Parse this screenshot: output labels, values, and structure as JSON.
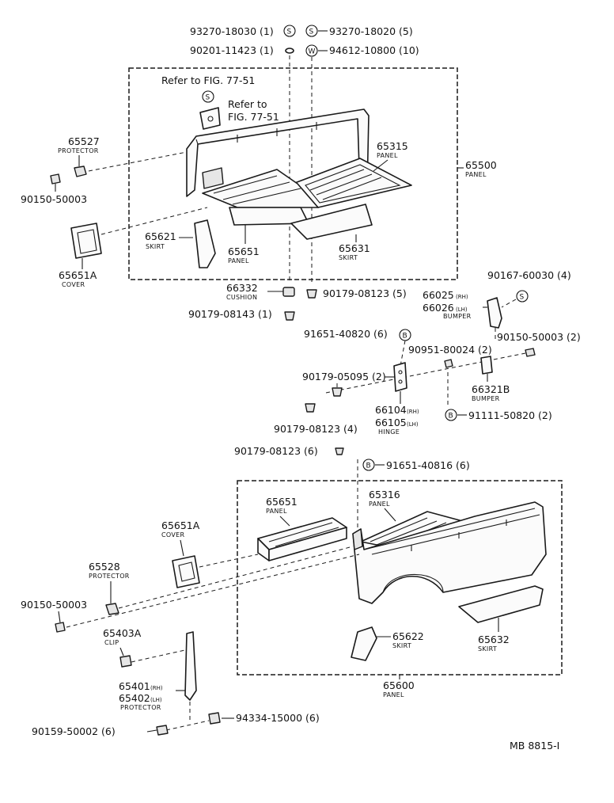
{
  "callouts": {
    "p93270_18030": "93270-18030 (1)",
    "p93270_18020": "93270-18020 (5)",
    "p90201_11423": "90201-11423 (1)",
    "p94612_10800": "94612-10800 (10)",
    "refer1": "Refer to FIG. 77-51",
    "refer2a": "Refer to",
    "refer2b": "FIG. 77-51",
    "p65527": "65527",
    "p65527_sub": "PROTECTOR",
    "p90150_50003_a": "90150-50003",
    "p65315": "65315",
    "p65315_sub": "PANEL",
    "p65500": "65500",
    "p65500_sub": "PANEL",
    "p65621": "65621",
    "p65621_sub": "SKIRT",
    "p65651_a": "65651",
    "p65651_a_sub": "PANEL",
    "p65631": "65631",
    "p65631_sub": "SKIRT",
    "p65651A_a": "65651A",
    "p65651A_a_sub": "COVER",
    "p66332": "66332",
    "p66332_sub": "CUSHION",
    "p90179_08123_5": "90179-08123 (5)",
    "p90179_08143": "90179-08143 (1)",
    "p90167_60030": "90167-60030 (4)",
    "p66025": "66025",
    "p66025_rh": "(RH)",
    "p66026": "66026",
    "p66026_lh": "(LH)",
    "p66025_sub": "BUMPER",
    "p91651_40820": "91651-40820 (6)",
    "p90951_80024": "90951-80024 (2)",
    "p90150_50003_2": "90150-50003 (2)",
    "p90179_05095": "90179-05095 (2)",
    "p66321B": "66321B",
    "p66321B_sub": "BUMPER",
    "p66104": "66104",
    "p66104_rh": "(RH)",
    "p66105": "66105",
    "p66105_lh": "(LH)",
    "p66104_sub": "HINGE",
    "p91111_50820": "91111-50820 (2)",
    "p90179_08123_4": "90179-08123 (4)",
    "p90179_08123_6": "90179-08123 (6)",
    "p91651_40816": "91651-40816 (6)",
    "p65651_b": "65651",
    "p65651_b_sub": "PANEL",
    "p65316": "65316",
    "p65316_sub": "PANEL",
    "p65651A_b": "65651A",
    "p65651A_b_sub": "COVER",
    "p65528": "65528",
    "p65528_sub": "PROTECTOR",
    "p90150_50003_b": "90150-50003",
    "p65403A": "65403A",
    "p65403A_sub": "CLIP",
    "p65622": "65622",
    "p65622_sub": "SKIRT",
    "p65632": "65632",
    "p65632_sub": "SKIRT",
    "p65401": "65401",
    "p65401_rh": "(RH)",
    "p65402": "65402",
    "p65402_lh": "(LH)",
    "p65401_sub": "PROTECTOR",
    "p65600": "65600",
    "p65600_sub": "PANEL",
    "p90159_50002": "90159-50002 (6)",
    "p94334_15000": "94334-15000 (6)",
    "code": "MB 8815-I"
  },
  "symbols": {
    "s": "S",
    "w": "W",
    "b": "B"
  }
}
